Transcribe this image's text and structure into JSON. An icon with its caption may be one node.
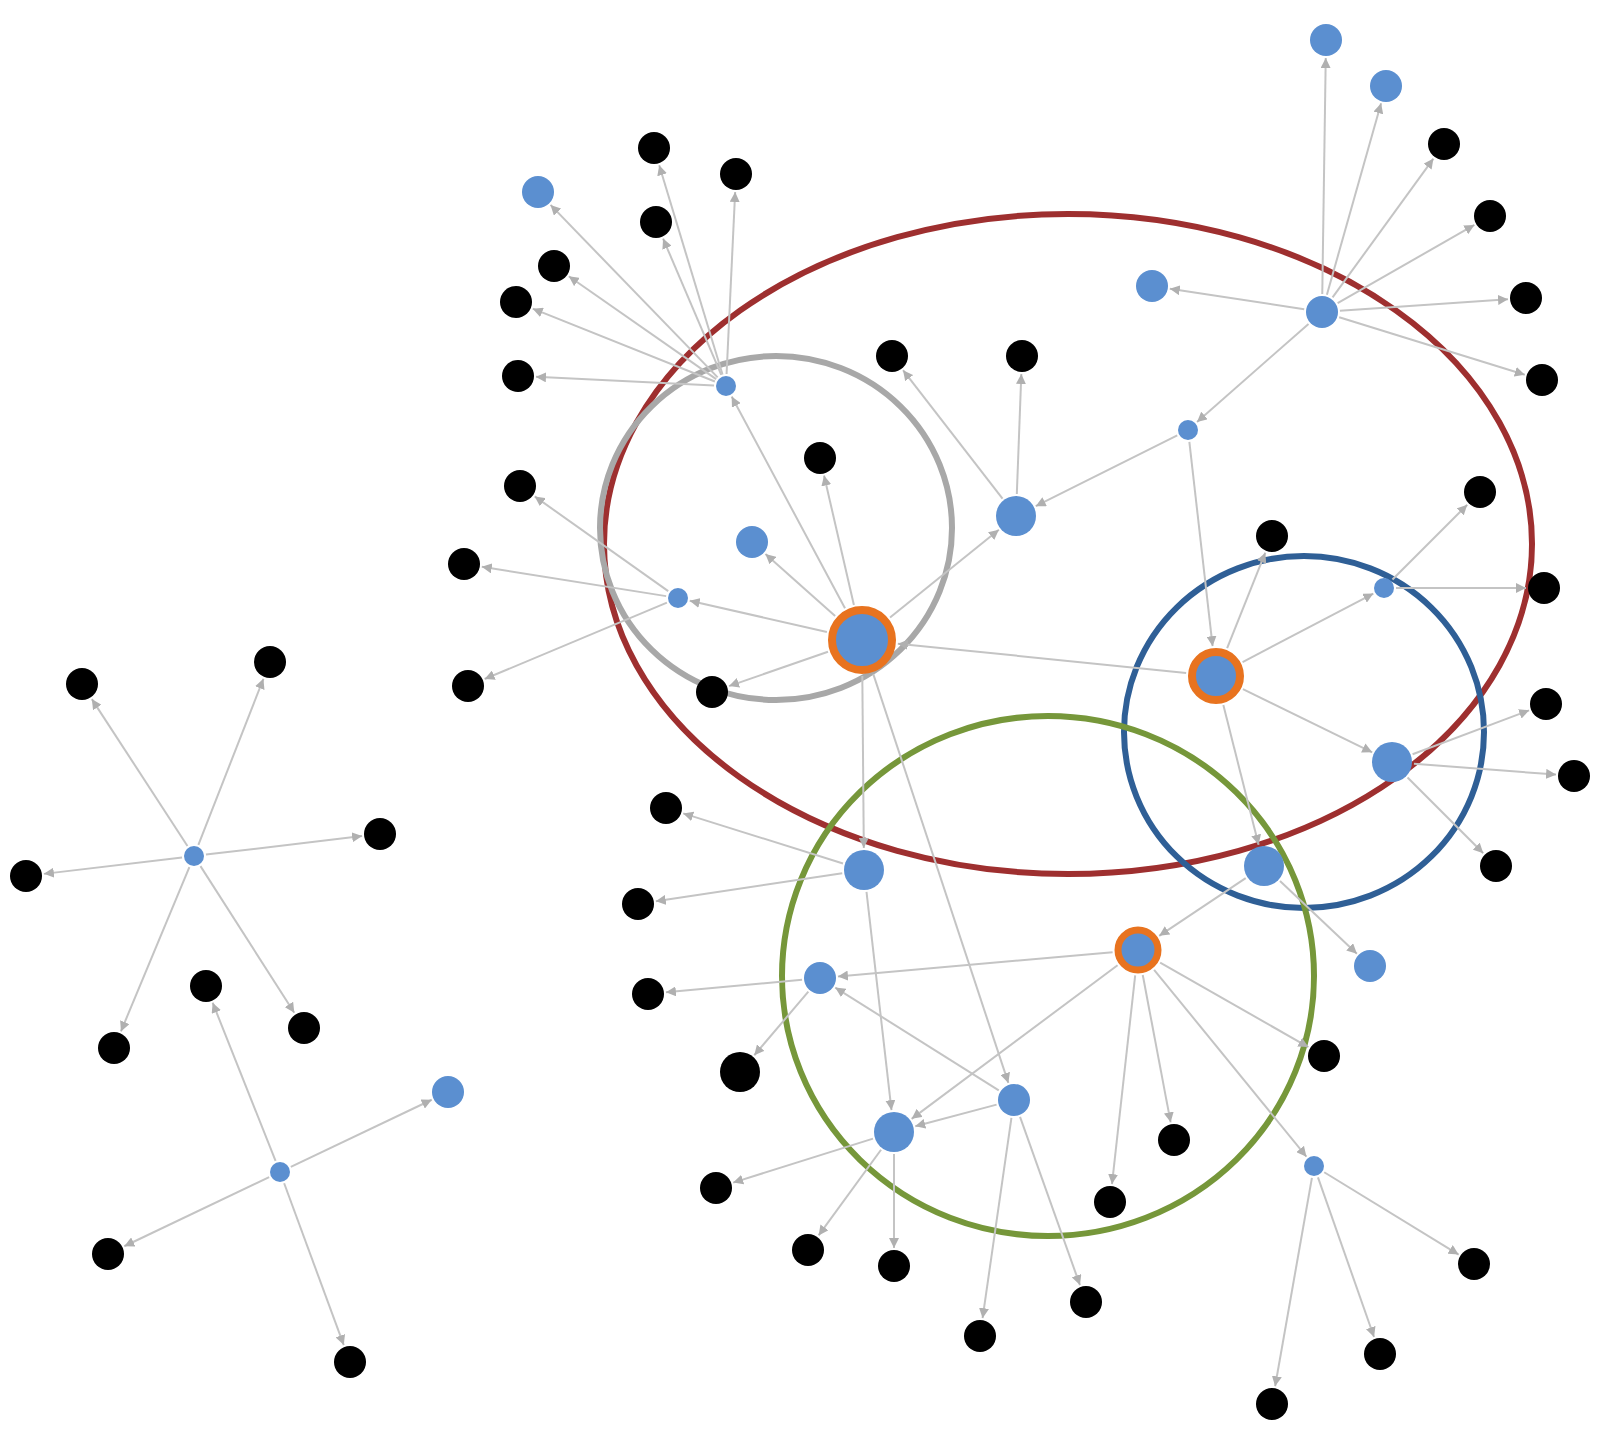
{
  "diagram": {
    "nodes": [
      {
        "text": [],
        "shape": "circle"
      },
      {
        "text": [],
        "shape": "circle"
      },
      {
        "text": [],
        "shape": "circle"
      },
      {
        "text": [],
        "shape": "circle"
      },
      {
        "text": [],
        "shape": "circle"
      },
      {
        "text": [],
        "shape": "circle"
      },
      {
        "text": [],
        "shape": "circle"
      },
      {
        "text": [],
        "shape": "circle"
      },
      {
        "text": [],
        "shape": "circle"
      },
      {
        "text": [],
        "shape": "circle"
      },
      {
        "text": [],
        "shape": "circle"
      },
      {
        "text": [],
        "shape": "circle"
      },
      {
        "text": [],
        "shape": "circle"
      },
      {
        "text": [],
        "shape": "circle"
      },
      {
        "text": [],
        "shape": "circle"
      },
      {
        "text": [],
        "shape": "circle"
      },
      {
        "text": [],
        "shape": "circle"
      },
      {
        "text": [],
        "shape": "circle"
      },
      {
        "text": [],
        "shape": "circle"
      },
      {
        "text": [],
        "shape": "circle"
      },
      {
        "text": [],
        "shape": "circle"
      },
      {
        "text": [],
        "shape": "circle"
      },
      {
        "text": [],
        "shape": "circle"
      },
      {
        "text": [],
        "shape": "circle"
      },
      {
        "text": [],
        "shape": "circle"
      },
      {
        "text": [],
        "shape": "circle"
      },
      {
        "text": [],
        "shape": "circle"
      },
      {
        "text": [],
        "shape": "circle"
      },
      {
        "text": [],
        "shape": "circle"
      },
      {
        "text": [],
        "shape": "circle"
      },
      {
        "text": [],
        "shape": "circle"
      },
      {
        "text": [],
        "shape": "circle"
      },
      {
        "text": [],
        "shape": "circle"
      },
      {
        "text": [],
        "shape": "circle"
      },
      {
        "text": [],
        "shape": "circle"
      },
      {
        "text": [],
        "shape": "circle"
      },
      {
        "text": [],
        "shape": "circle"
      },
      {
        "text": [],
        "shape": "circle"
      },
      {
        "text": [],
        "shape": "circle"
      },
      {
        "text": [],
        "shape": "circle"
      },
      {
        "text": [],
        "shape": "circle"
      },
      {
        "text": [],
        "shape": "circle"
      },
      {
        "text": [],
        "shape": "circle"
      },
      {
        "text": [],
        "shape": "circle"
      },
      {
        "text": [],
        "shape": "circle"
      },
      {
        "text": [],
        "shape": "circle"
      },
      {
        "text": [],
        "shape": "circle"
      },
      {
        "text": [],
        "shape": "circle"
      },
      {
        "text": [],
        "shape": "circle"
      },
      {
        "text": [],
        "shape": "circle"
      },
      {
        "text": [],
        "shape": "circle"
      },
      {
        "text": [],
        "shape": "circle"
      },
      {
        "text": [],
        "shape": "circle"
      },
      {
        "text": [],
        "shape": "circle"
      },
      {
        "text": [],
        "shape": "circle"
      },
      {
        "text": [],
        "shape": "circle"
      },
      {
        "text": [],
        "shape": "circle"
      },
      {
        "text": [],
        "shape": "circle"
      },
      {
        "text": [],
        "shape": "circle"
      },
      {
        "text": [],
        "shape": "circle"
      },
      {
        "text": [],
        "shape": "circle"
      },
      {
        "text": [],
        "shape": "circle"
      },
      {
        "text": [],
        "shape": "circle"
      },
      {
        "text": [],
        "shape": "circle"
      },
      {
        "text": [],
        "shape": "circle"
      },
      {
        "text": [],
        "shape": "circle"
      },
      {
        "text": [],
        "shape": "circle"
      },
      {
        "text": [],
        "shape": "circle"
      },
      {
        "text": [],
        "shape": "circle"
      },
      {
        "text": [],
        "shape": "circle"
      },
      {
        "text": [],
        "shape": "circle"
      },
      {
        "text": [],
        "shape": "circle"
      }
    ],
    "edges": [
      {
        "from": 0,
        "to": 1,
        "arrow": "to"
      },
      {
        "from": 0,
        "to": 2,
        "arrow": "to"
      },
      {
        "from": 0,
        "to": 3,
        "arrow": "to"
      },
      {
        "from": 0,
        "to": 4,
        "arrow": "to"
      },
      {
        "from": 0,
        "to": 5,
        "arrow": "to"
      },
      {
        "from": 0,
        "to": 6,
        "arrow": "to"
      },
      {
        "from": 8,
        "to": 7,
        "arrow": "to"
      },
      {
        "from": 8,
        "to": 9,
        "arrow": "to"
      },
      {
        "from": 8,
        "to": 10,
        "arrow": "to"
      },
      {
        "from": 8,
        "to": 11,
        "arrow": "to"
      },
      {
        "from": 12,
        "to": 13,
        "arrow": "to"
      },
      {
        "from": 12,
        "to": 14,
        "arrow": "to"
      },
      {
        "from": 12,
        "to": 15,
        "arrow": "to"
      },
      {
        "from": 12,
        "to": 16,
        "arrow": "to"
      },
      {
        "from": 12,
        "to": 17,
        "arrow": "to"
      },
      {
        "from": 12,
        "to": 18,
        "arrow": "to"
      },
      {
        "from": 12,
        "to": 19,
        "arrow": "to"
      },
      {
        "from": 24,
        "to": 12,
        "arrow": "to"
      },
      {
        "from": 24,
        "to": 20,
        "arrow": "to"
      },
      {
        "from": 20,
        "to": 21,
        "arrow": "to"
      },
      {
        "from": 20,
        "to": 22,
        "arrow": "to"
      },
      {
        "from": 20,
        "to": 23,
        "arrow": "to"
      },
      {
        "from": 24,
        "to": 25,
        "arrow": "to"
      },
      {
        "from": 24,
        "to": 26,
        "arrow": "to"
      },
      {
        "from": 24,
        "to": 27,
        "arrow": "to"
      },
      {
        "from": 24,
        "to": 28,
        "arrow": "to"
      },
      {
        "from": 28,
        "to": 29,
        "arrow": "to"
      },
      {
        "from": 28,
        "to": 30,
        "arrow": "to"
      },
      {
        "from": 31,
        "to": 28,
        "arrow": "to"
      },
      {
        "from": 31,
        "to": 40,
        "arrow": "to"
      },
      {
        "from": 32,
        "to": 31,
        "arrow": "to"
      },
      {
        "from": 32,
        "to": 33,
        "arrow": "to"
      },
      {
        "from": 32,
        "to": 34,
        "arrow": "to"
      },
      {
        "from": 32,
        "to": 35,
        "arrow": "to"
      },
      {
        "from": 32,
        "to": 36,
        "arrow": "to"
      },
      {
        "from": 32,
        "to": 37,
        "arrow": "to"
      },
      {
        "from": 32,
        "to": 38,
        "arrow": "to"
      },
      {
        "from": 32,
        "to": 39,
        "arrow": "to"
      },
      {
        "from": 40,
        "to": 24,
        "arrow": "to"
      },
      {
        "from": 40,
        "to": 41,
        "arrow": "to"
      },
      {
        "from": 40,
        "to": 42,
        "arrow": "to"
      },
      {
        "from": 40,
        "to": 45,
        "arrow": "to"
      },
      {
        "from": 40,
        "to": 49,
        "arrow": "to"
      },
      {
        "from": 42,
        "to": 43,
        "arrow": "to"
      },
      {
        "from": 42,
        "to": 44,
        "arrow": "to"
      },
      {
        "from": 45,
        "to": 46,
        "arrow": "to"
      },
      {
        "from": 45,
        "to": 47,
        "arrow": "to"
      },
      {
        "from": 45,
        "to": 48,
        "arrow": "to"
      },
      {
        "from": 49,
        "to": 51,
        "arrow": "to"
      },
      {
        "from": 49,
        "to": 50,
        "arrow": "to"
      },
      {
        "from": 51,
        "to": 52,
        "arrow": "to"
      },
      {
        "from": 51,
        "to": 56,
        "arrow": "to"
      },
      {
        "from": 51,
        "to": 59,
        "arrow": "to"
      },
      {
        "from": 51,
        "to": 66,
        "arrow": "to"
      },
      {
        "from": 51,
        "to": 67,
        "arrow": "to"
      },
      {
        "from": 51,
        "to": 68,
        "arrow": "to"
      },
      {
        "from": 24,
        "to": 53,
        "arrow": "to"
      },
      {
        "from": 24,
        "to": 63,
        "arrow": "to"
      },
      {
        "from": 53,
        "to": 54,
        "arrow": "to"
      },
      {
        "from": 53,
        "to": 55,
        "arrow": "to"
      },
      {
        "from": 53,
        "to": 59,
        "arrow": "to"
      },
      {
        "from": 56,
        "to": 57,
        "arrow": "to"
      },
      {
        "from": 56,
        "to": 58,
        "arrow": "to"
      },
      {
        "from": 63,
        "to": 56,
        "arrow": "to"
      },
      {
        "from": 59,
        "to": 60,
        "arrow": "to"
      },
      {
        "from": 59,
        "to": 61,
        "arrow": "to"
      },
      {
        "from": 59,
        "to": 62,
        "arrow": "to"
      },
      {
        "from": 63,
        "to": 64,
        "arrow": "to"
      },
      {
        "from": 63,
        "to": 65,
        "arrow": "to"
      },
      {
        "from": 63,
        "to": 59,
        "arrow": "to"
      },
      {
        "from": 68,
        "to": 69,
        "arrow": "to"
      },
      {
        "from": 68,
        "to": 70,
        "arrow": "to"
      },
      {
        "from": 68,
        "to": 71,
        "arrow": "to"
      }
    ]
  }
}
